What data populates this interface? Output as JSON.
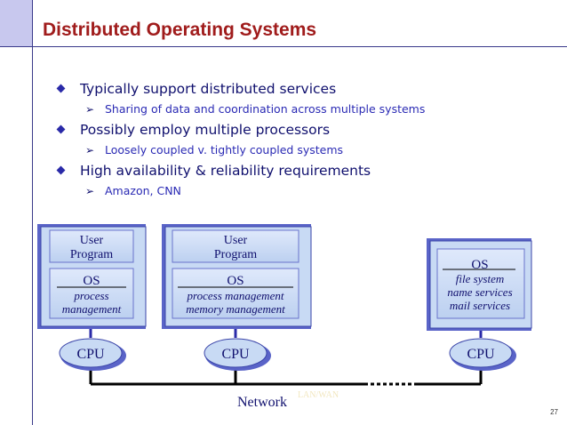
{
  "slide": {
    "title": "Distributed Operating Systems",
    "page_number": "27"
  },
  "bullets": [
    {
      "text": "Typically support distributed services",
      "sub": [
        "Sharing of data and coordination across multiple systems"
      ]
    },
    {
      "text": "Possibly employ multiple processors",
      "sub": [
        "Loosely coupled v. tightly coupled systems"
      ]
    },
    {
      "text": "High availability & reliability requirements",
      "sub": [
        "Amazon, CNN"
      ]
    }
  ],
  "diagram": {
    "nodes": [
      {
        "user_program": [
          "User",
          "Program"
        ],
        "os_label": "OS",
        "os_services": [
          "process",
          "management"
        ],
        "cpu": "CPU"
      },
      {
        "user_program": [
          "User",
          "Program"
        ],
        "os_label": "OS",
        "os_services": [
          "process management",
          "memory management"
        ],
        "cpu": "CPU"
      },
      {
        "os_label": "OS",
        "os_services": [
          "file system",
          "name services",
          "mail services"
        ],
        "cpu": "CPU"
      }
    ],
    "network_label": "Network",
    "network_sublabel": "LAN/WAN",
    "colors": {
      "box_fill": "#c8daf4",
      "box_border": "#5a64c8",
      "cpu_fill": "#c8daf4",
      "network_line": "#000000",
      "title": "#a01c1c",
      "text": "#10106e"
    }
  }
}
